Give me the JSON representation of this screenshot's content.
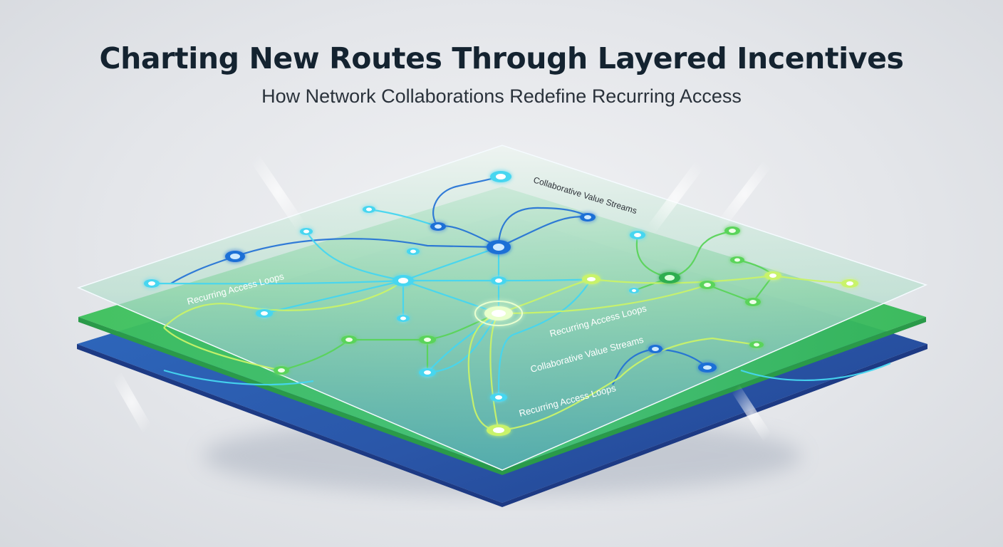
{
  "header": {
    "title": "Charting New Routes Through Layered Incentives",
    "subtitle": "How Network Collaborations Redefine Recurring Access"
  },
  "labels": {
    "top_stream": "Collaborative Value Streams",
    "left_loop": "Recurring Access Loops",
    "mid_loop": "Recurring Access Loops",
    "mid_stream": "Collaborative Value Streams",
    "low_loop": "Recurring Access Loops"
  },
  "colors": {
    "blue_layer": "#2d5fae",
    "green_layer": "#3dbd5a",
    "glass_layer": "#dfeee9",
    "blue_route": "#1f6fd6",
    "cyan_route": "#46d6f0",
    "green_route": "#5ad45a",
    "lime_route": "#c9f36a"
  }
}
